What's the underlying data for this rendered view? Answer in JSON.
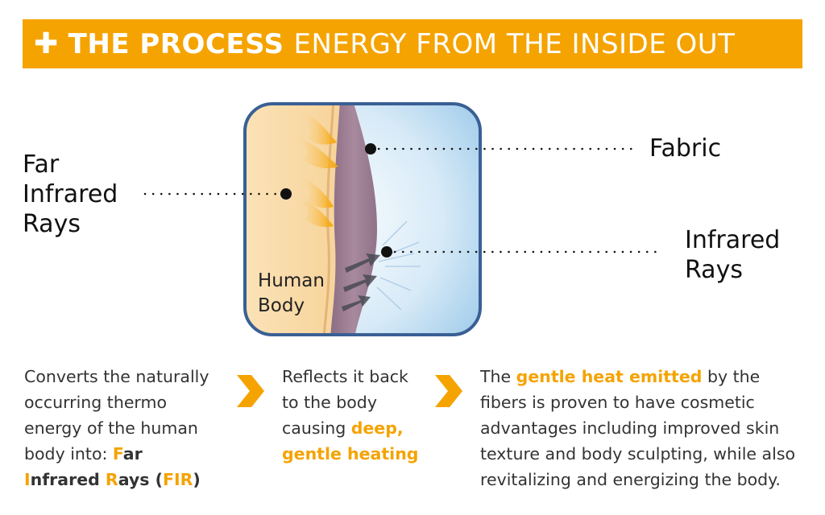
{
  "banner": {
    "icon": "plus-icon",
    "title_bold": "THE PROCESS",
    "title_rest": "ENERGY FROM THE INSIDE OUT"
  },
  "diagram": {
    "labels": {
      "far_infrared": [
        "Far",
        "Infrared",
        "Rays"
      ],
      "fabric": "Fabric",
      "infrared": [
        "Infrared",
        "Rays"
      ],
      "human_body": [
        "Human",
        "Body"
      ]
    }
  },
  "columns": {
    "col1": {
      "text": "Converts the naturally occurring thermo energy of the human body into: ",
      "hl_parts": [
        "F",
        "ar",
        "I",
        "nfrared ",
        "R",
        "ays (",
        "FIR",
        ")"
      ]
    },
    "col2": {
      "text": "Reflects it back to the body causing ",
      "highlight": "deep, gentle heating"
    },
    "col3": {
      "prefix": "The ",
      "highlight": "gentle heat emitted",
      "suffix": " by the fibers is proven to have cosmetic advantages including improved skin texture and body sculpting, while also revitalizing and energizing the body."
    }
  },
  "colors": {
    "accent": "#f5a300",
    "frame": "#3a5f95",
    "fabric": "#9a7c90",
    "dot": "#111111"
  }
}
